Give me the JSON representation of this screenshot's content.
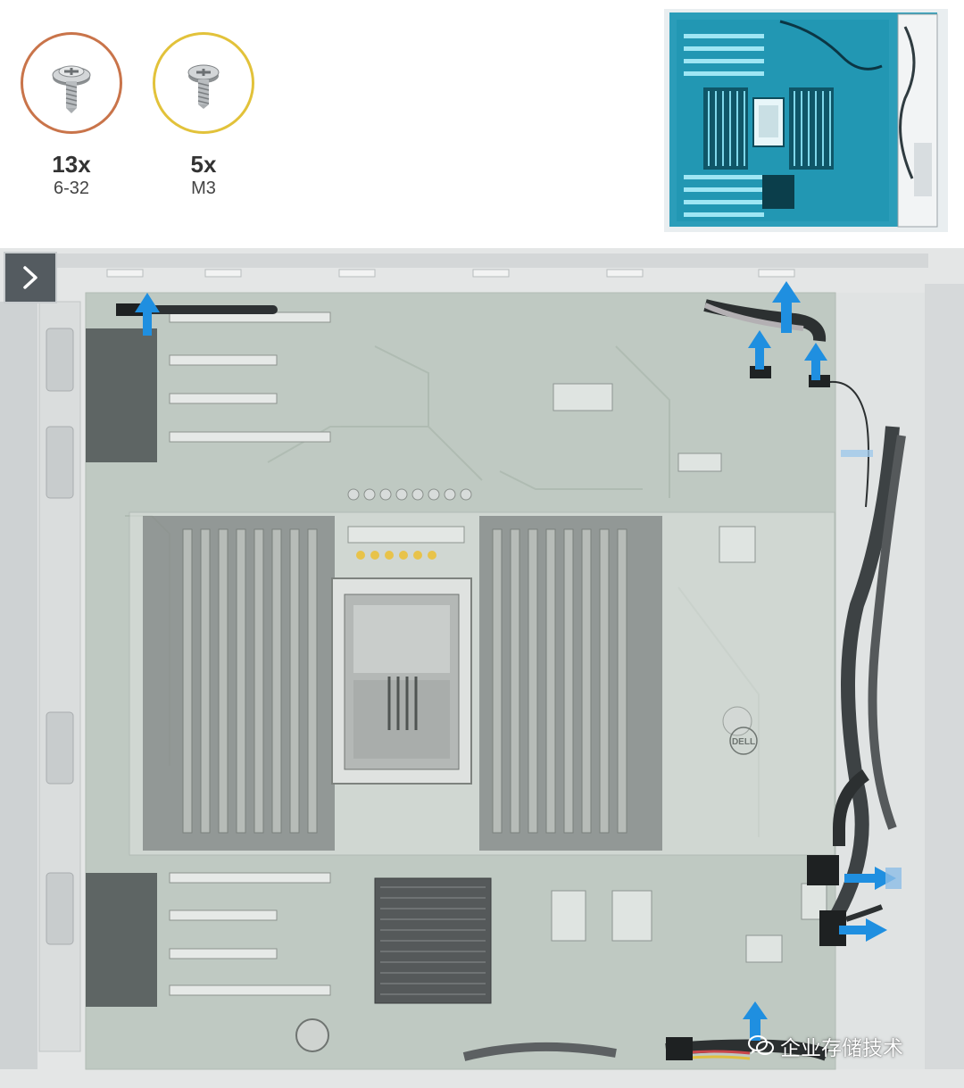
{
  "screws": [
    {
      "count": "13x",
      "type": "6-32",
      "ring_color": "#c9744a",
      "icon": "screw-6-32-icon"
    },
    {
      "count": "5x",
      "type": "M3",
      "ring_color": "#e2c23a",
      "icon": "screw-m3-icon"
    }
  ],
  "navigation": {
    "next_icon": "chevron-right-icon"
  },
  "illustration": {
    "board_color": "#c4cdc6",
    "chassis_color": "#e4e6e6",
    "arrow_color": "#1f8fe0",
    "thumbnail_highlight_color": "#27c6e6"
  },
  "watermark": {
    "icon": "wechat-icon",
    "text": "企业存储技术"
  }
}
